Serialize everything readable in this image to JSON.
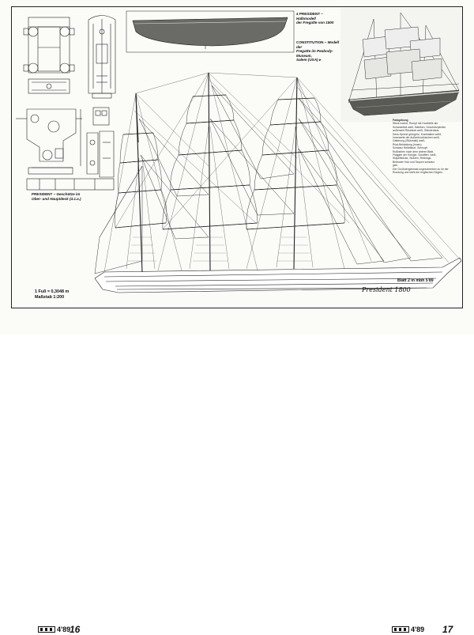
{
  "captions": {
    "hull_model_title": "4 PRESIDENT",
    "hull_model_text_1": "– Halbmodell",
    "hull_model_text_2": "der Fregatte von 1800",
    "constitution_title": "CONSTITUTION",
    "constitution_text_1": "– Modell der",
    "constitution_text_2": "Fregatte im Peabody-Museum,",
    "constitution_text_3": "Salem (USA)",
    "gun_title": "PRESIDENT",
    "gun_text_1": "– Geschütze im",
    "gun_text_2": "Ober- und Hauptdeck (4.1.a.)"
  },
  "scale": {
    "line1": "1 Fuß = 0,3048 m",
    "line2": "Maßstab 1:200"
  },
  "plate_label": "Blatt 2 in mbh 5'89",
  "signature": "President 1800",
  "description": {
    "heading": "Farbgebung",
    "lines": [
      "Stück rostrot, Rumpf mit Hoofdelle als",
      "Schanzkleid weiß, Baleken, Geschützpforten",
      "außenseit Rüstdeck weiß, Ständertaue,",
      "Deck-Spinne grüngrün, Kranbalken weiß,",
      "Innenseite der Außenbordnischen weiß,",
      "Gatterung (Stützbalk) weiß,",
      "Rüst-Bekleidung (Innen)",
      "Schwarz Relieftaue, Schnupf-",
      "Rußfarben nach dem oberen Blatt,",
      "Flaggen der Königin, Schaffen, weiß,",
      "Stapelblöcke, Stützen, Rettungs-",
      "Beiboote Holz und Taupen schwarz",
      "gab.",
      "Der Großstengelmast ungeschrieben zu ihr der",
      "Rundung und sieht der englischen Segeln."
    ]
  },
  "footer": {
    "left_issue": "4'89",
    "left_page": "16",
    "right_issue": "4'89",
    "right_page": "17"
  },
  "icons": {
    "logo": "magazine-logo-icon",
    "arrow": "arrow-right-icon"
  }
}
